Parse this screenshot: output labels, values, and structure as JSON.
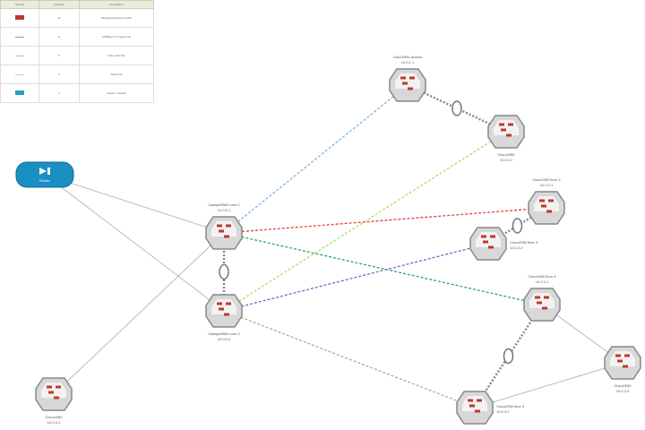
{
  "legend": {
    "headers": [
      "Symbol",
      "Quantity",
      "Description"
    ],
    "rows": [
      {
        "symbol": "switch-icon",
        "qty": "11",
        "desc": "Managed Ethernet switch",
        "color": "#c0392b"
      },
      {
        "symbol": "line-gray",
        "qty": "8",
        "desc": "100Base-TX copper link",
        "color": "#999999"
      },
      {
        "symbol": "line-dashed",
        "qty": "6",
        "desc": "Fiber optic link",
        "color": "#bbbbbb"
      },
      {
        "symbol": "line-ring",
        "qty": "4",
        "desc": "Stack link",
        "color": "#cccccc"
      },
      {
        "symbol": "router-icon",
        "qty": "1",
        "desc": "Router / firewall",
        "color": "#1fa3c9"
      }
    ]
  },
  "nodes": [
    {
      "id": "router",
      "type": "router",
      "label": "Router"
    },
    {
      "id": "s1",
      "type": "switch",
      "label": "Catalyst3560 core 1",
      "sub": "10.0.0.1"
    },
    {
      "id": "s2",
      "type": "switch",
      "label": "Catalyst3560 core 2",
      "sub": "10.0.0.2"
    },
    {
      "id": "s3",
      "type": "switch",
      "label": "Cisco2950 access",
      "sub": "10.0.1.1"
    },
    {
      "id": "s4",
      "type": "switch",
      "label": "Cisco2950",
      "sub": "10.0.1.2"
    },
    {
      "id": "s5",
      "type": "switch",
      "label": "Cisco2950 floor 2",
      "sub": "10.0.2.1"
    },
    {
      "id": "s6",
      "type": "switch",
      "label": "Cisco2950 floor 3",
      "sub": "10.0.2.2"
    },
    {
      "id": "s7",
      "type": "switch",
      "label": "Cisco2950 floor 4",
      "sub": "10.0.3.1"
    },
    {
      "id": "s8",
      "type": "switch",
      "label": "Cisco2950",
      "sub": "10.0.3.3"
    },
    {
      "id": "s9",
      "type": "switch",
      "label": "Cisco2950 floor 5",
      "sub": "10.0.3.2"
    },
    {
      "id": "s10",
      "type": "switch",
      "label": "Cisco2950",
      "sub": "10.0.4.1"
    }
  ],
  "links": [
    {
      "from": "s1",
      "to": "s3",
      "color": "#7fb2e0",
      "style": "dashed"
    },
    {
      "from": "s2",
      "to": "s4",
      "color": "#b5d96a",
      "style": "dashed"
    },
    {
      "from": "s1",
      "to": "s5",
      "color": "#e34040",
      "style": "dashed"
    },
    {
      "from": "s1",
      "to": "s7",
      "color": "#2aa86a",
      "style": "dashed"
    },
    {
      "from": "s2",
      "to": "s6",
      "color": "#8a5cc2",
      "style": "dashed"
    },
    {
      "from": "s2",
      "to": "s9",
      "color": "#aaaaaa",
      "style": "dashed"
    },
    {
      "from": "s3",
      "to": "s4",
      "color": "#888888",
      "style": "stack"
    },
    {
      "from": "s1",
      "to": "s2",
      "color": "#888888",
      "style": "stack"
    },
    {
      "from": "s7",
      "to": "s9",
      "color": "#888888",
      "style": "stack"
    },
    {
      "from": "s5",
      "to": "s6",
      "color": "#888888",
      "style": "stack"
    },
    {
      "from": "s7",
      "to": "s8",
      "color": "#bbbbbb",
      "style": "solid"
    },
    {
      "from": "s9",
      "to": "s8",
      "color": "#bbbbbb",
      "style": "solid"
    },
    {
      "from": "router",
      "to": "s1",
      "color": "#bbbbbb",
      "style": "solid"
    },
    {
      "from": "router",
      "to": "s2",
      "color": "#bbbbbb",
      "style": "solid"
    },
    {
      "from": "s10",
      "to": "s1",
      "color": "#bbbbbb",
      "style": "solid"
    }
  ]
}
